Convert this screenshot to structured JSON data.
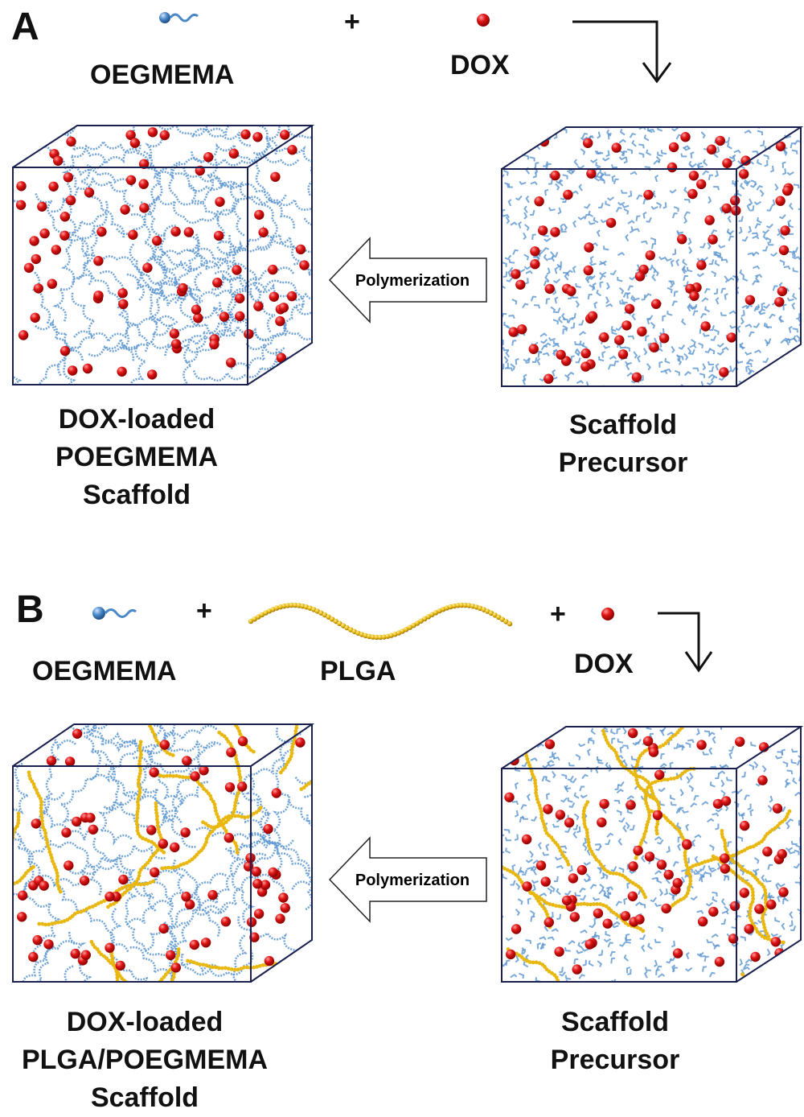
{
  "panel_a": {
    "letter": "A",
    "monomer_label": "OEGMEMA",
    "plus": "+",
    "drug_label": "DOX",
    "arrow_label": "Polymerization",
    "product_label": [
      "DOX-loaded",
      "POEGMEMA",
      "Scaffold"
    ],
    "precursor_label": [
      "Scaffold",
      "Precursor"
    ]
  },
  "panel_b": {
    "letter": "B",
    "monomer_label": "OEGMEMA",
    "plus_1": "+",
    "polymer_label": "PLGA",
    "plus_2": "+",
    "drug_label": "DOX",
    "arrow_label": "Polymerization",
    "product_label": [
      "DOX-loaded",
      "PLGA/POEGMEMA",
      "Scaffold"
    ],
    "precursor_label": [
      "Scaffold",
      "Precursor"
    ]
  },
  "colors": {
    "dox": "#e01515",
    "monomer": "#4a88c8",
    "plga": "#e8b810",
    "cube_edge": "#1a2050"
  }
}
